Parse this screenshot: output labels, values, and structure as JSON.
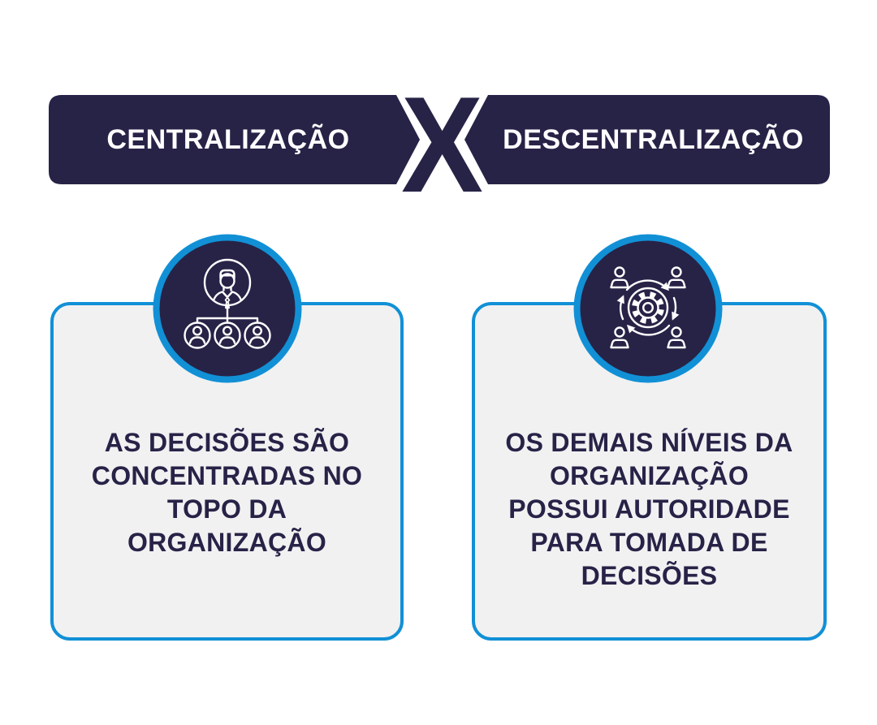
{
  "banner": {
    "left_label": "CENTRALIZAÇÃO",
    "right_label": "DESCENTRALIZAÇÃO",
    "versus_symbol": "X"
  },
  "cards": [
    {
      "title": "CENTRALIZAÇÃO",
      "icon": "org-hierarchy-icon",
      "lines": [
        "AS DECISÕES SÃO",
        "CONCENTRADAS NO",
        "TOPO DA",
        "ORGANIZAÇÃO"
      ]
    },
    {
      "title": "DESCENTRALIZAÇÃO",
      "icon": "people-gear-cycle-icon",
      "lines": [
        "OS DEMAIS NÍVEIS DA",
        "ORGANIZAÇÃO",
        "POSSUI AUTORIDADE",
        "PARA TOMADA DE",
        "DECISÕES"
      ]
    }
  ],
  "colors": {
    "navy": "#272347",
    "blue": "#1190d6",
    "card_bg": "#f1f1f2"
  }
}
